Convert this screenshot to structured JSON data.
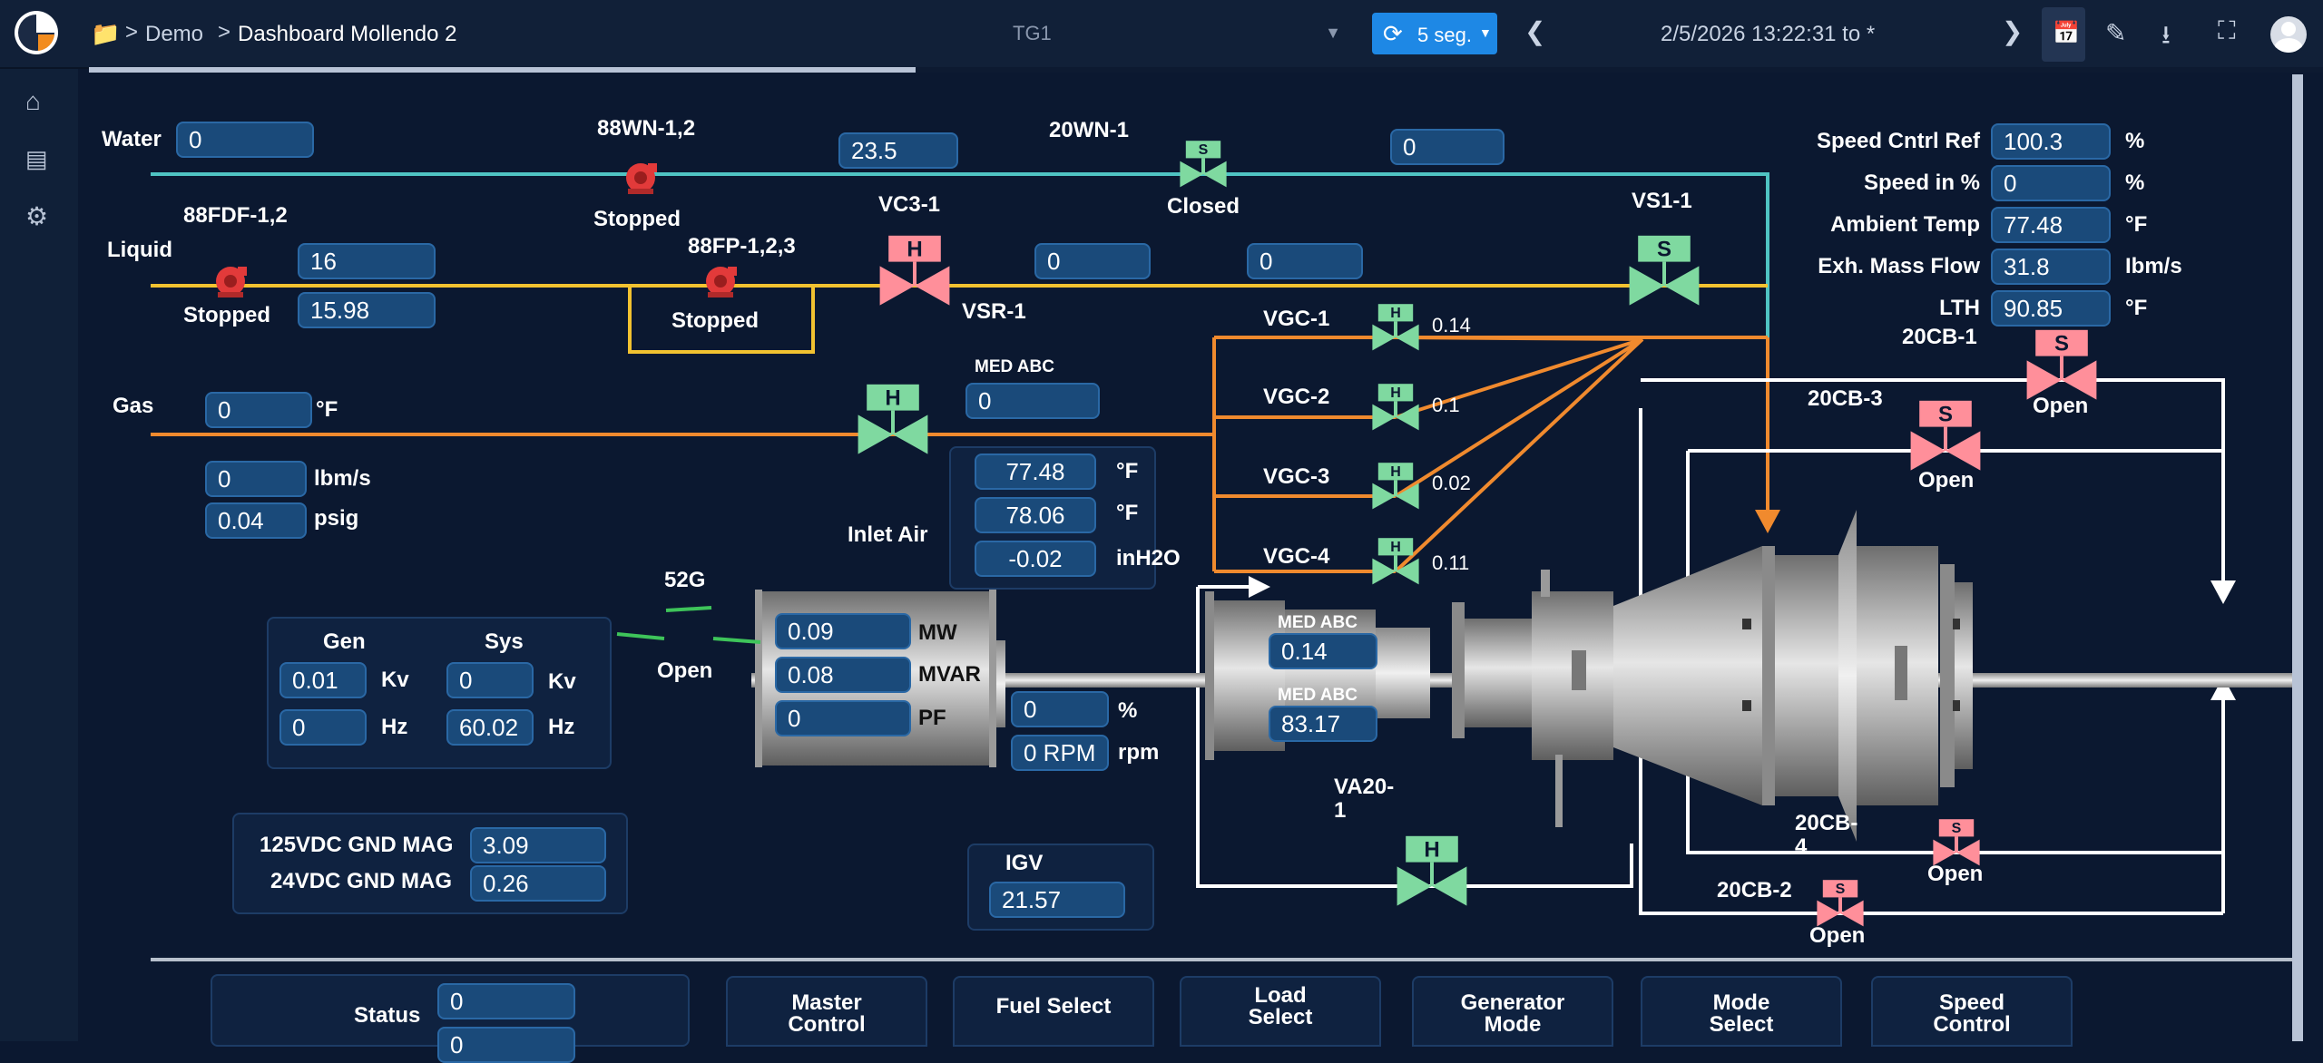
{
  "breadcrumb": {
    "parent": "Demo",
    "current": "Dashboard Mollendo 2"
  },
  "selector": {
    "value": "TG1"
  },
  "refresh": {
    "label": "5 seg."
  },
  "time_range": {
    "label": "2/5/2026 13:22:31 to *"
  },
  "progress": {
    "fraction": 0.37
  },
  "sidebar": {
    "items": [
      {
        "icon": "home-icon"
      },
      {
        "icon": "factory-icon"
      },
      {
        "icon": "gear-icon"
      }
    ]
  },
  "labels": {
    "water": "Water",
    "liquid": "Liquid",
    "gas": "Gas",
    "v88wn": "88WN-1,2",
    "v88fdf": "88FDF-1,2",
    "v88fp": "88FP-1,2,3",
    "vc3": "VC3-1",
    "vsr": "VSR-1",
    "v20wn": "20WN-1",
    "vs1": "VS1-1",
    "vgc1": "VGC-1",
    "vgc2": "VGC-2",
    "vgc3": "VGC-3",
    "vgc4": "VGC-4",
    "cb1": "20CB-1",
    "cb2": "20CB-2",
    "cb3": "20CB-3",
    "cb4_a": "20CB-",
    "cb4_b": "4",
    "va20_a": "VA20-",
    "va20_b": "1",
    "inlet_air": "Inlet Air",
    "g52": "52G",
    "gen": "Gen",
    "sys": "Sys",
    "igv": "IGV",
    "vdc125": "125VDC GND MAG",
    "vdc24": "24VDC GND MAG",
    "status": "Status",
    "med_abc": "MED ABC"
  },
  "states": {
    "stopped": "Stopped",
    "closed": "Closed",
    "open": "Open"
  },
  "valve_letters": {
    "h": "H",
    "s": "S"
  },
  "units": {
    "f": "°F",
    "lbms": "lbm/s",
    "psig": "psig",
    "inh2o": "inH2O",
    "kv": "Kv",
    "hz": "Hz",
    "mw": "MW",
    "mvar": "MVAR",
    "pf": "PF",
    "pct": "%",
    "rpm": "rpm",
    "ibms": "Ibm/s"
  },
  "values": {
    "water": "0",
    "wn_flow": "23.5",
    "wn_right": "0",
    "liq1": "16",
    "liq2": "15.98",
    "liq_mid1": "0",
    "liq_mid2": "0",
    "gas_temp": "0",
    "gas_flow": "0",
    "gas_psig": "0.04",
    "med_abc_top": "0",
    "inlet1": "77.48",
    "inlet2": "78.06",
    "inlet3": "-0.02",
    "vgc1": "0.14",
    "vgc2": "0.1",
    "vgc3": "0.02",
    "vgc4": "0.11",
    "gen_kv": "0.01",
    "sys_kv": "0",
    "gen_hz": "0",
    "sys_hz": "60.02",
    "mw": "0.09",
    "mvar": "0.08",
    "pf": "0",
    "speed_pct": "0",
    "rpm": "0 RPM",
    "med_abc1": "0.14",
    "med_abc2": "83.17",
    "igv": "21.57",
    "vdc125": "3.09",
    "vdc24": "0.26",
    "status1": "0",
    "status2": "0"
  },
  "metrics": [
    {
      "label": "Speed Cntrl Ref",
      "value": "100.3",
      "unit": "%"
    },
    {
      "label": "Speed in %",
      "value": "0",
      "unit": "%"
    },
    {
      "label": "Ambient Temp",
      "value": "77.48",
      "unit": "°F"
    },
    {
      "label": "Exh. Mass Flow",
      "value": "31.8",
      "unit": "Ibm/s"
    },
    {
      "label": "LTH",
      "value": "90.85",
      "unit": "°F"
    }
  ],
  "bottom_buttons": {
    "master_a": "Master",
    "master_b": "Control",
    "fuel": "Fuel Select",
    "load_a": "Load",
    "load_b": "Select",
    "gen_a": "Generator",
    "gen_b": "Mode",
    "mode_a": "Mode",
    "mode_b": "Select",
    "speed_a": "Speed",
    "speed_b": "Control"
  },
  "colors": {
    "water_line": "#4fc3c3",
    "liquid_line": "#f2c230",
    "gas_line": "#f08a2e",
    "h_valve": "#7fd9a0",
    "s_valve": "#ff8f9a",
    "value_box": "#1a4a7a",
    "accent": "#1e88e5"
  }
}
